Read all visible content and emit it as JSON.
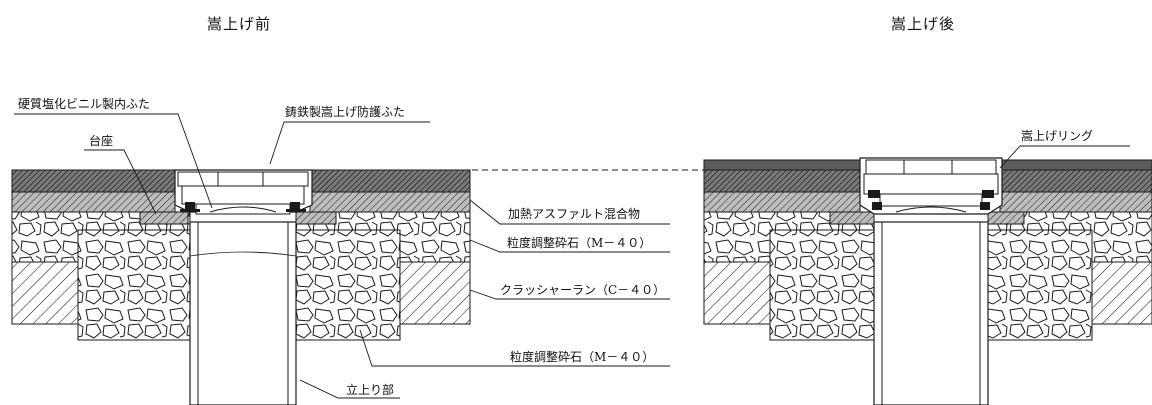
{
  "titles": {
    "before": "嵩上げ前",
    "after": "嵩上げ後"
  },
  "labels": {
    "pvc_inner_lid": "硬質塩化ビニル製内ふた",
    "cast_iron_lid": "鋳鉄製嵩上げ防護ふた",
    "base": "台座",
    "asphalt": "加熱アスファルト混合物",
    "gravel_top": "粒度調整砕石（M－４０）",
    "crusher_run": "クラッシャーラン（C－４０）",
    "gravel_bottom": "粒度調整砕石（M－４０）",
    "riser": "立上り部",
    "raising_ring": "嵩上げリング"
  },
  "colors": {
    "line": "#1a1a1a",
    "asphalt_fill": "#5f5f5f",
    "concrete_fill": "#9a9a9a",
    "background": "#ffffff"
  }
}
